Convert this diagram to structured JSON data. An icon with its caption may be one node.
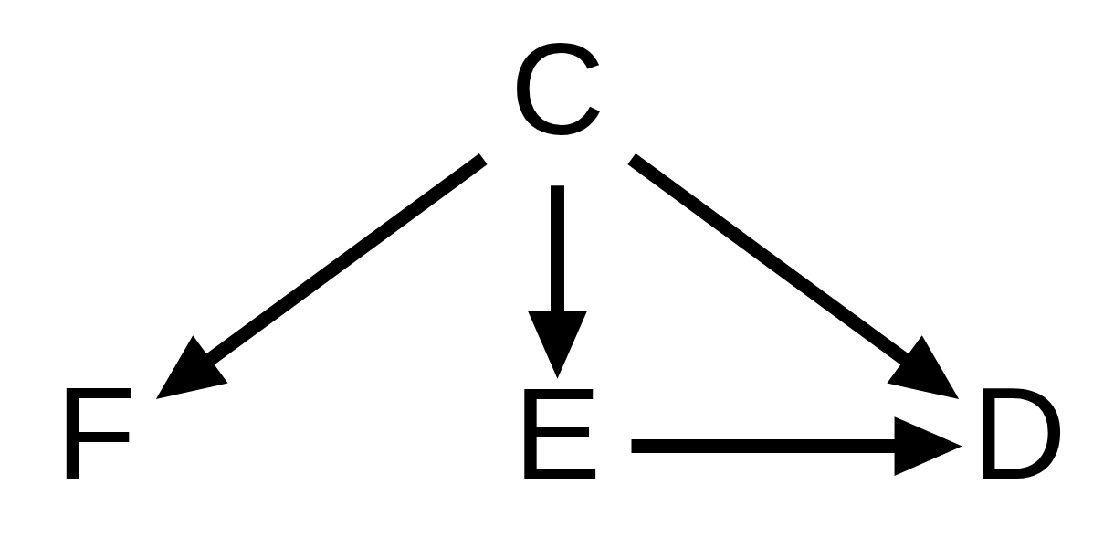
{
  "diagram": {
    "nodes": [
      {
        "text": [
          "C"
        ]
      },
      {
        "text": [
          "F"
        ]
      },
      {
        "text": [
          "E"
        ]
      },
      {
        "text": [
          "D"
        ]
      }
    ],
    "edges": [
      {
        "from": 0,
        "to": 2,
        "arrow": "to"
      },
      {
        "from": 0,
        "to": 1,
        "arrow": "to"
      },
      {
        "from": 0,
        "to": 3,
        "arrow": "to"
      },
      {
        "from": 2,
        "to": 3,
        "arrow": "to"
      }
    ]
  }
}
